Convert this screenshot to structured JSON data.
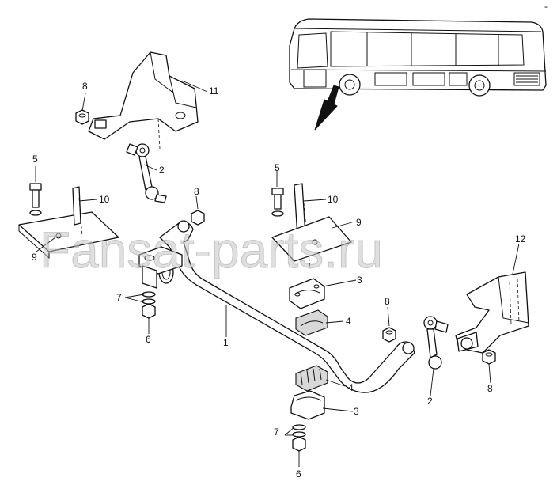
{
  "watermark": "Fansat-parts.ru",
  "corner_mark": "-",
  "callouts": {
    "c1": "1",
    "c2a": "2",
    "c2b": "2",
    "c3a": "3",
    "c3b": "3",
    "c4a": "4",
    "c4b": "4",
    "c5a": "5",
    "c5b": "5",
    "c6a": "6",
    "c6b": "6",
    "c7a": "7",
    "c7b": "7",
    "c8a": "8",
    "c8b": "8",
    "c8c": "8",
    "c8d": "8",
    "c9a": "9",
    "c9b": "9",
    "c10a": "10",
    "c10b": "10",
    "c11": "11",
    "c12": "12"
  }
}
